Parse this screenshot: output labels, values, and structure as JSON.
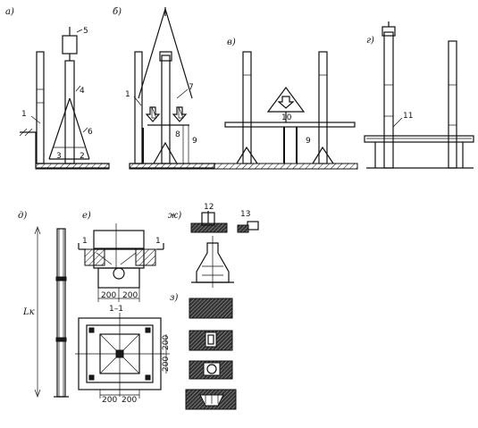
{
  "panels": {
    "a": "а)",
    "b": "б)",
    "v": "в)",
    "g": "г)",
    "d": "д)",
    "e": "е)",
    "zh": "ж)",
    "z": "з)"
  },
  "callouts": {
    "n1": "1",
    "n2": "2",
    "n3": "3",
    "n4": "4",
    "n5": "5",
    "n6": "6",
    "n7": "7",
    "n8": "8",
    "n9": "9",
    "n10": "10",
    "n11": "11",
    "n12": "12",
    "n13": "13"
  },
  "section_marks": {
    "left": "1",
    "right": "1",
    "title": "1–1"
  },
  "dimensions": {
    "d200": "200",
    "dk_symbol": "Lк"
  }
}
